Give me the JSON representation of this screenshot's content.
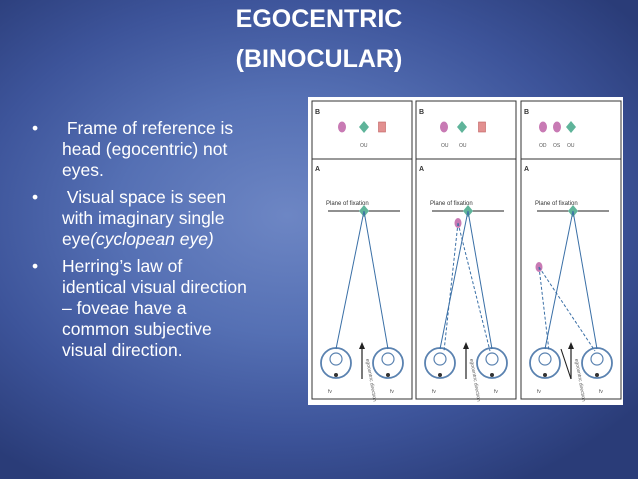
{
  "slide": {
    "title_line1": "EGOCENTRIC",
    "title_line2": "(BINOCULAR)",
    "bullets": [
      {
        "marker": "•",
        "lines": [
          " Frame of reference is",
          "head (egocentric) not",
          "eyes."
        ]
      },
      {
        "marker": "•",
        "lines": [
          " Visual space is seen",
          "with imaginary single"
        ],
        "last_plain": "eye",
        "last_italic": "(cyclopean eye)"
      },
      {
        "marker": "•",
        "lines": [
          "Herring’s law of",
          "identical visual direction",
          "– foveae have a",
          "common subjective",
          "visual direction."
        ]
      }
    ]
  },
  "figure": {
    "panels": [
      {
        "section_b": "B",
        "section_a": "A",
        "plane_label": "Plane of fixation",
        "legend": [
          "OU"
        ],
        "eye_labels": {
          "left": "fv",
          "right": "fv",
          "center": "egocentric direction"
        }
      },
      {
        "section_b": "B",
        "section_a": "A",
        "plane_label": "Plane of fixation",
        "legend": [
          "OU",
          "OU"
        ],
        "eye_labels": {
          "left": "fv",
          "right": "fv",
          "center": "egocentric direction"
        }
      },
      {
        "section_b": "B",
        "section_a": "A",
        "plane_label": "Plane of fixation",
        "legend": [
          "OD",
          "OS",
          "OU"
        ],
        "eye_labels": {
          "left": "fv",
          "right": "fv",
          "center": "egocentric direction"
        }
      }
    ],
    "colors": {
      "circle": "#c87ab4",
      "diamond": "#5fb49a",
      "square": "#e29090",
      "line": "#3a6fa6",
      "eye": "#5a82b0"
    }
  }
}
